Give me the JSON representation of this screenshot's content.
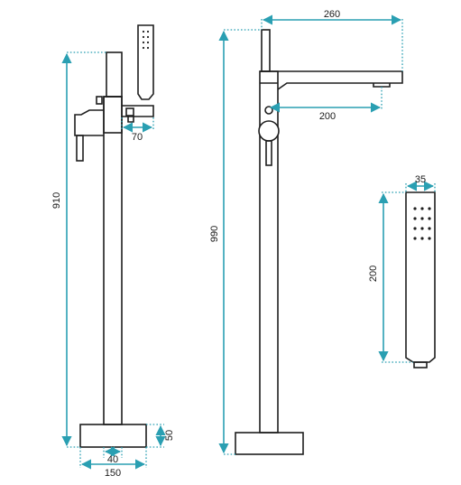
{
  "dimensions": {
    "left_height": "910",
    "right_height": "990",
    "spout_length": "260",
    "spout_reach": "200",
    "hand_shower_offset": "70",
    "base_height": "50",
    "pipe_diameter": "40",
    "base_width": "150",
    "hand_shower_width": "35",
    "hand_shower_length": "200"
  },
  "colors": {
    "dimension_line": "#2a9fb2",
    "outline": "#1e1e1e"
  }
}
